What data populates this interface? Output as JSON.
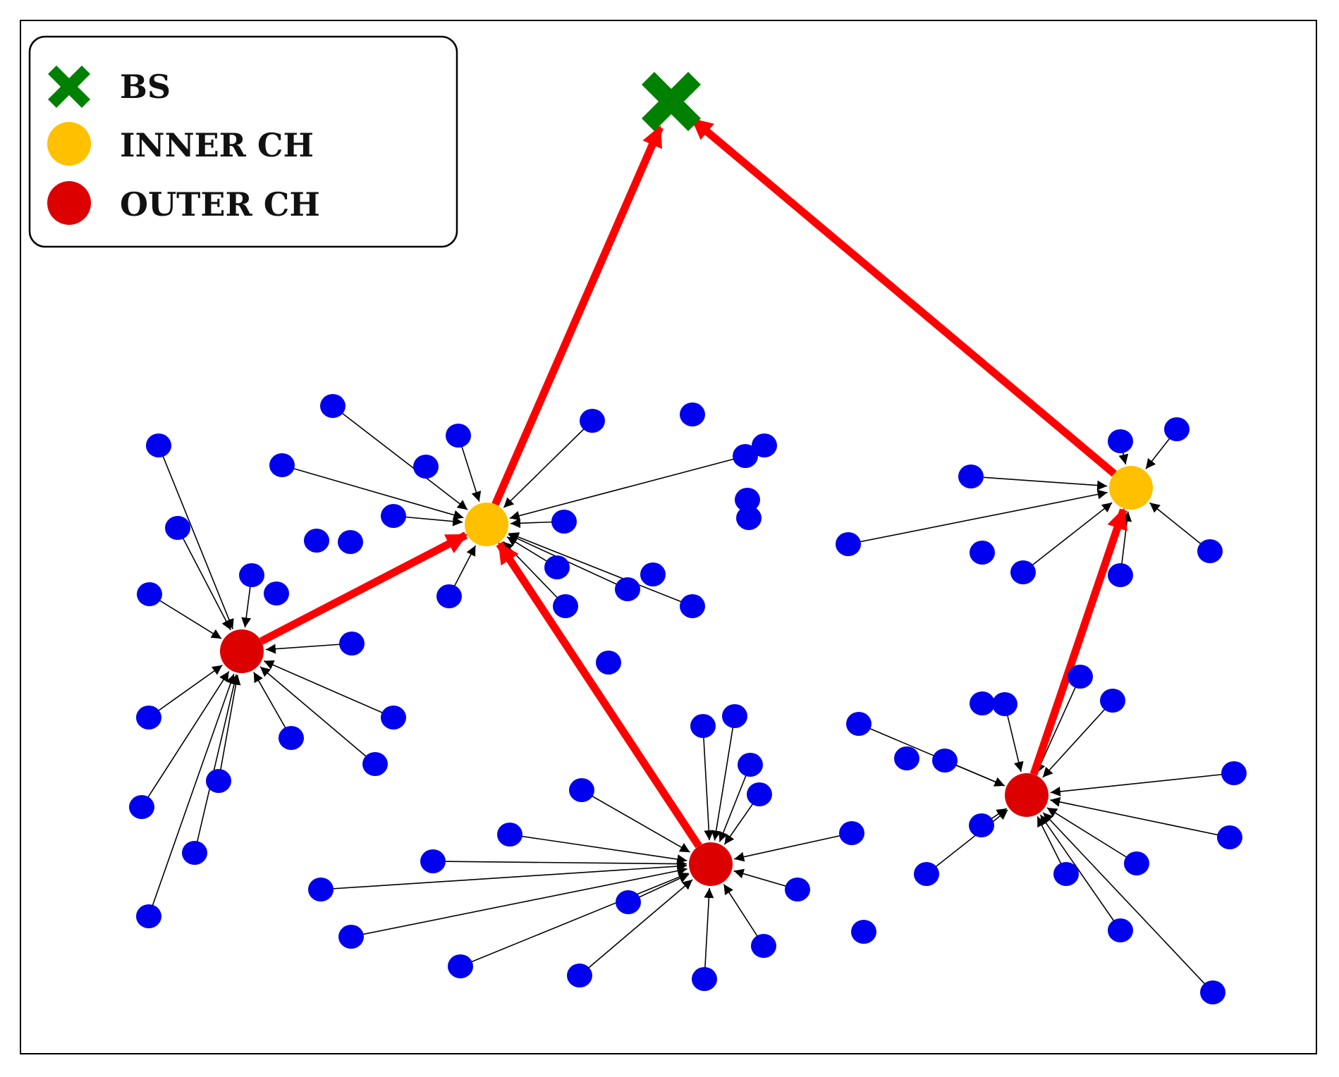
{
  "legend": {
    "items": [
      {
        "key": "bs",
        "label": "BS",
        "color": "#008000",
        "icon": "x-cross-icon"
      },
      {
        "key": "inner",
        "label": "INNER CH",
        "color": "#ffc000",
        "icon": "circle-icon"
      },
      {
        "key": "outer",
        "label": "OUTER CH",
        "color": "#dd0000",
        "icon": "circle-icon"
      }
    ]
  },
  "colors": {
    "sensor": "#0000ee",
    "member_link": "#000000",
    "ch_link": "#ff0000"
  }
}
